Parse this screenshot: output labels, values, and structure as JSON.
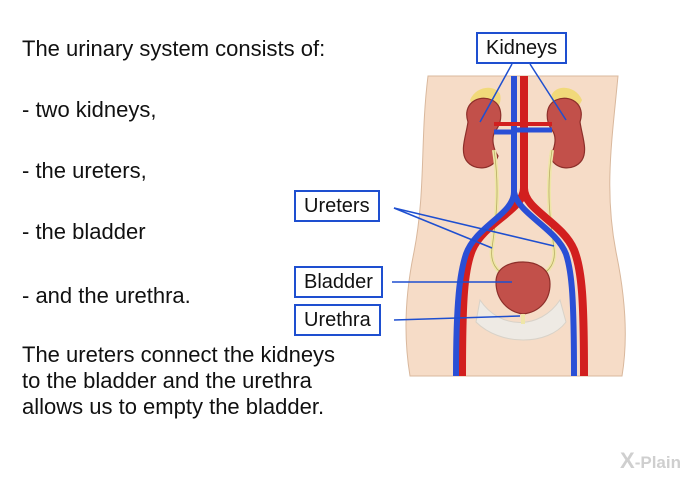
{
  "intro": {
    "heading": "The urinary system consists of:",
    "items": [
      "- two kidneys,",
      "- the ureters,",
      "- the bladder",
      "- and the urethra."
    ]
  },
  "summary": {
    "lines": [
      "The ureters connect the kidneys",
      "to the bladder and the urethra",
      "allows us to empty the bladder."
    ]
  },
  "labels": {
    "kidneys": "Kidneys",
    "ureters": "Ureters",
    "bladder": "Bladder",
    "urethra": "Urethra"
  },
  "logo": {
    "mark": "X",
    "text": "-Plain"
  },
  "colors": {
    "callout_border": "#1e4fd0",
    "skin": "#f6dcc7",
    "kidney": "#c2504a",
    "artery": "#d21f1f",
    "vein": "#2a4fd6",
    "ureter": "#efe6a8"
  }
}
